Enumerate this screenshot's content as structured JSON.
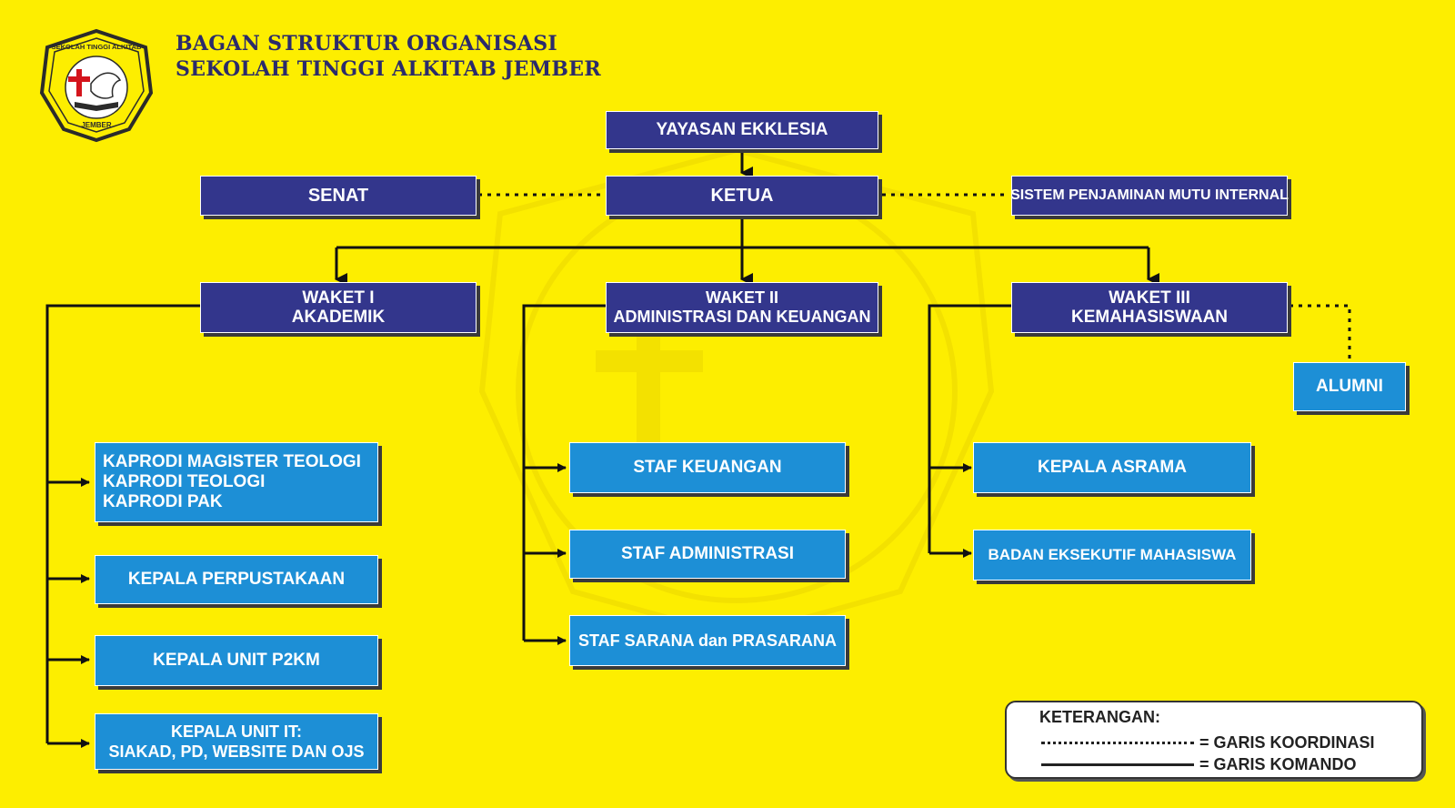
{
  "header": {
    "title_line1": "BAGAN STRUKTUR ORGANISASI",
    "title_line2": "SEKOLAH TINGGI ALKITAB JEMBER"
  },
  "logo": {
    "ring_text": "SEKOLAH TINGGI ALKITAB",
    "bottom_text": "JEMBER"
  },
  "nodes": {
    "yayasan": "YAYASAN EKKLESIA",
    "ketua": "KETUA",
    "senat": "SENAT",
    "spmi": "SISTEM PENJAMINAN MUTU INTERNAL",
    "waket1_line1": "WAKET  I",
    "waket1_line2": "AKADEMIK",
    "waket2_line1": "WAKET  II",
    "waket2_line2": "ADMINISTRASI DAN KEUANGAN",
    "waket3_line1": "WAKET  III",
    "waket3_line2": "KEMAHASISWAAN",
    "alumni": "ALUMNI",
    "kaprodi_line1": "KAPRODI MAGISTER TEOLOGI",
    "kaprodi_line2": "KAPRODI TEOLOGI",
    "kaprodi_line3": "KAPRODI PAK",
    "perpustakaan": "KEPALA PERPUSTAKAAN",
    "p2km": "KEPALA UNIT P2KM",
    "it_line1": "KEPALA UNIT IT:",
    "it_line2": "SIAKAD, PD, WEBSITE DAN OJS",
    "staf_keuangan": "STAF KEUANGAN",
    "staf_administrasi": "STAF ADMINISTRASI",
    "staf_sarana": "STAF SARANA dan PRASARANA",
    "kepala_asrama": "KEPALA ASRAMA",
    "bem": "BADAN EKSEKUTIF MAHASISWA"
  },
  "legend": {
    "title": "KETERANGAN:",
    "coordination": "= GARIS KOORDINASI",
    "command": "= GARIS KOMANDO"
  },
  "colors": {
    "background": "#fdee00",
    "navy_box": "#33368c",
    "blue_box": "#1d8fd6",
    "line": "#111111"
  }
}
